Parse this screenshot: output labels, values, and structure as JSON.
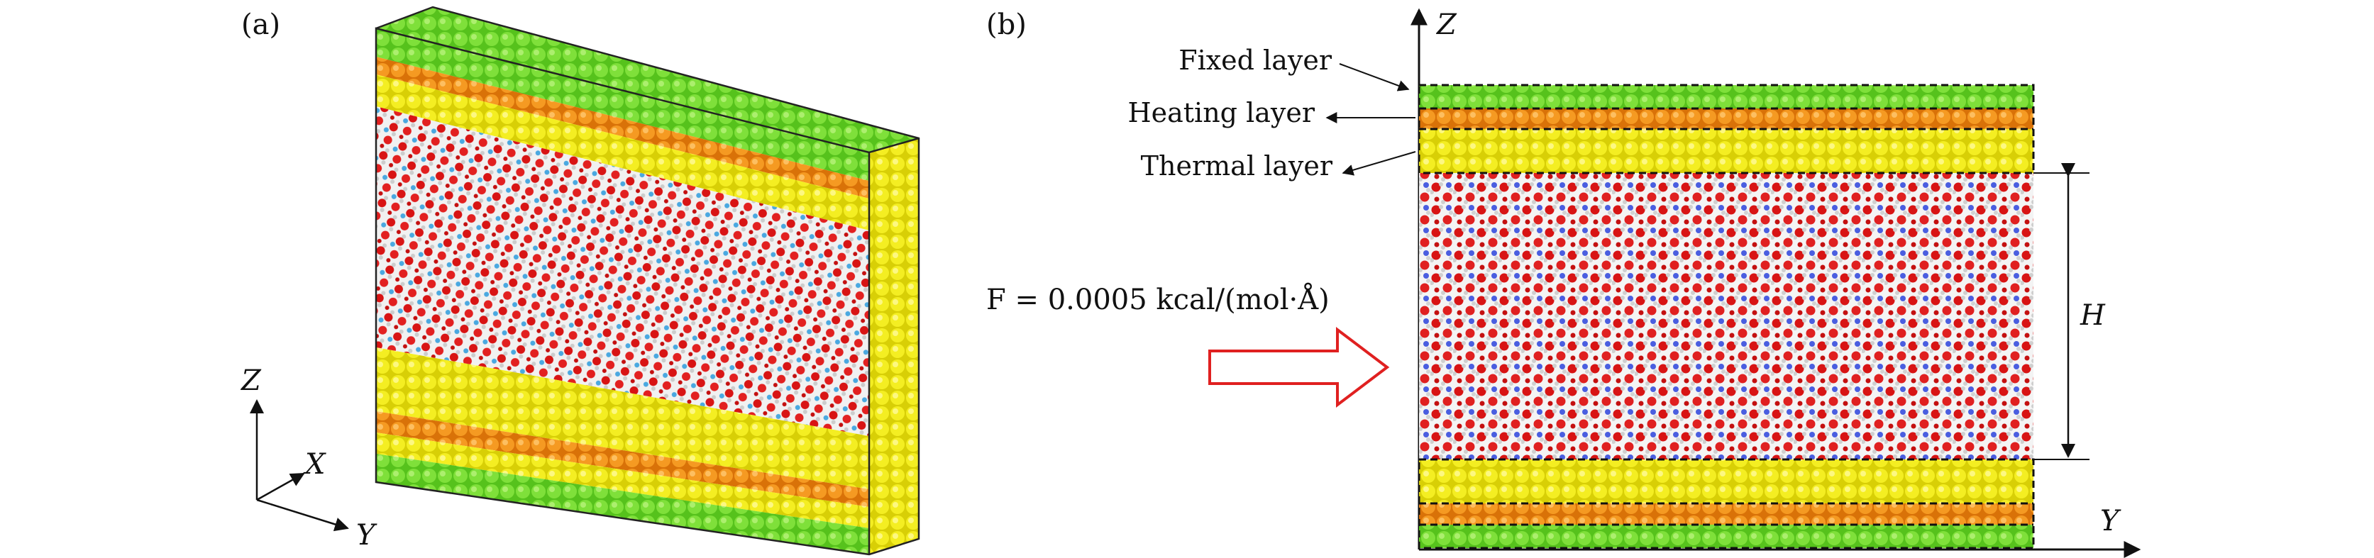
{
  "panel_a": {
    "label": "(a)",
    "axis_labels": {
      "z": "Z",
      "x": "X",
      "y": "Y"
    }
  },
  "panel_b": {
    "label": "(b)",
    "axis_z": "Z",
    "axis_y": "Y",
    "layer_labels": {
      "fixed": "Fixed layer",
      "heating": "Heating layer",
      "thermal": "Thermal layer"
    },
    "force_label": "F = 0.0005 kcal/(mol·Å)",
    "height_label": "H"
  },
  "colors": {
    "fixed": "#6fd32e",
    "heating": "#f08a12",
    "thermal": "#f2ea18",
    "oxygen": "#e01818",
    "hydrogen": "#e6e6e6",
    "nitrogen": "#4a5ee0",
    "arrow": "#e02020"
  }
}
